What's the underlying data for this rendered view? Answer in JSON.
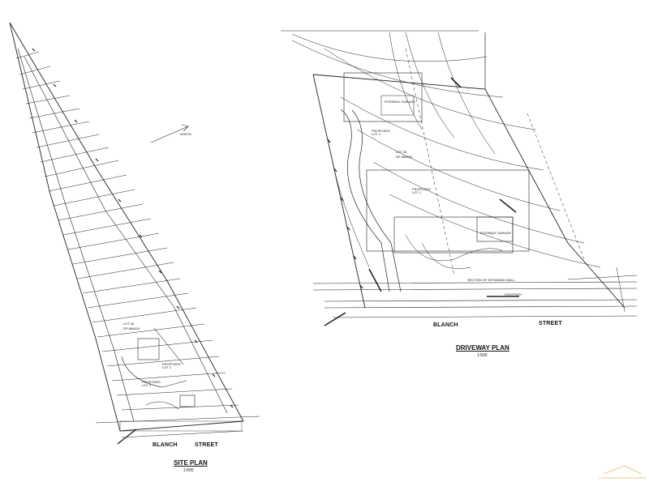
{
  "site_plan": {
    "title": "SITE PLAN",
    "scale": "1:500",
    "street_left": "BLANCH",
    "street_right": "STREET",
    "lot_label": "LOT 28",
    "dp_label": "DP 884826",
    "proposed_lot_2": "PROPOSED\nLOT 2",
    "proposed_lot_1": "PROPOSED\nLOT 1",
    "north_label": "NORTH"
  },
  "driveway_plan": {
    "title": "DRIVEWAY PLAN",
    "scale": "1:500",
    "street_left": "BLANCH",
    "street_right": "STREET",
    "proposed_lot_2": "PROPOSED\nLOT 2",
    "lot_label": "LOT 28",
    "dp_label": "DP 884826",
    "proposed_lot_1": "PROPOSED\nLOT 1",
    "possible_garage_top": "POSSIBLE GARAGE",
    "possible_garage_bottom": "POSSIBLE GARAGE",
    "wall_note": "SECTION OF RETAINING WALL",
    "footpath": "FOOTPATH"
  }
}
